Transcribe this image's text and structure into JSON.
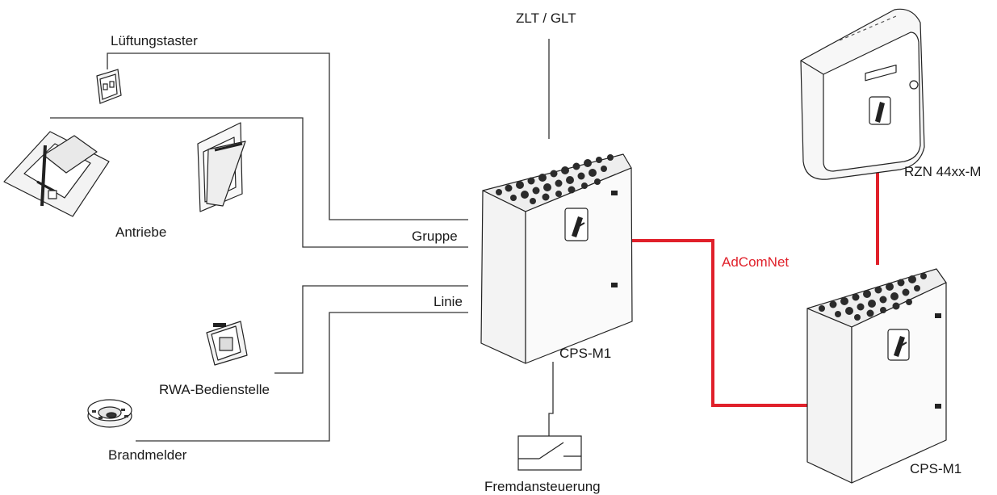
{
  "labels": {
    "zlt_glt": "ZLT / GLT",
    "lueftungstaster": "Lüftungstaster",
    "antriebe": "Antriebe",
    "gruppe": "Gruppe",
    "linie": "Linie",
    "rwa_bedienstelle": "RWA-Bedienstelle",
    "brandmelder": "Brandmelder",
    "fremdansteuerung": "Fremdansteuerung",
    "cps_m1_main": "CPS-M1",
    "cps_m1_second": "CPS-M1",
    "adcomnet": "AdComNet",
    "rzn": "RZN 44xx-M"
  },
  "colors": {
    "line": "#333333",
    "adcomnet": "#e0202a",
    "device_fill": "#f7f7f7",
    "device_stroke": "#222222"
  },
  "icons": {
    "cabinet": "cps-m1-cabinet-icon",
    "rzn": "rzn-control-box-icon",
    "switch": "ventilation-switch-icon",
    "skylight": "skylight-actuator-icon",
    "window": "window-actuator-icon",
    "rwa": "rwa-control-point-icon",
    "detector": "smoke-detector-icon",
    "contact": "external-contact-icon"
  }
}
